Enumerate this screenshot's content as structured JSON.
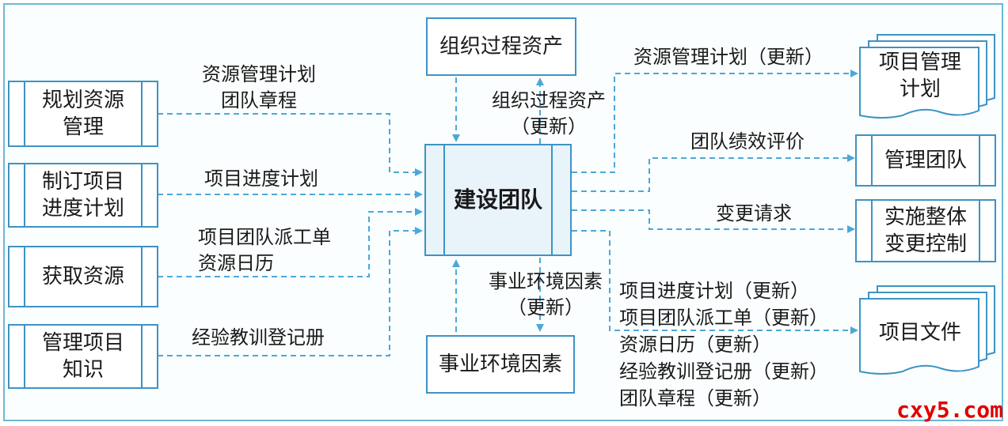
{
  "center_process": "建设团队",
  "inputs_left": [
    {
      "box": "规划资源\n管理",
      "flow": "资源管理计划\n团队章程"
    },
    {
      "box": "制订项目\n进度计划",
      "flow": "项目进度计划"
    },
    {
      "box": "获取资源",
      "flow": "项目团队派工单\n资源日历"
    },
    {
      "box": "管理项目\n知识",
      "flow": "经验教训登记册"
    }
  ],
  "top": {
    "box": "组织过程资产",
    "flow_out": "组织过程资产\n（更新）"
  },
  "bottom": {
    "box": "事业环境因素",
    "flow_out": "事业环境因素\n（更新）"
  },
  "outputs_right": [
    {
      "flow": "资源管理计划（更新）",
      "box": "项目管理\n计划"
    },
    {
      "flow": "团队绩效评价",
      "box": "管理团队"
    },
    {
      "flow": "变更请求",
      "box": "实施整体\n变更控制"
    },
    {
      "flow": "项目进度计划（更新）\n项目团队派工单（更新）\n资源日历（更新）\n经验教训登记册（更新）\n团队章程（更新）",
      "box": "项目文件"
    }
  ],
  "watermark": "cxy5.com",
  "colors": {
    "border": "#3d93c4",
    "frame": "#6db8d6",
    "wire": "#4ba8d8",
    "center_fill": "#e8f3fa",
    "watermark": "#e00000"
  }
}
